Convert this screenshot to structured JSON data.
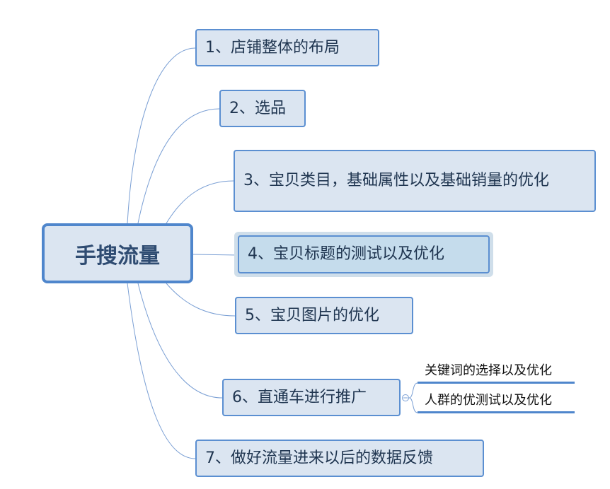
{
  "central": "手搜流量",
  "branches": [
    "1、店铺整体的布局",
    "2、选品",
    "3、宝贝类目，基础属性以及基础销量的优化",
    "4、宝贝标题的测试以及优化",
    "5、宝贝图片的优化",
    "6、直通车进行推广",
    "7、做好流量进来以后的数据反馈"
  ],
  "sub_branches": [
    "关键词的选择以及优化",
    "人群的优测试以及优化"
  ],
  "colors": {
    "fill": "#dbe5f1",
    "border": "#5b8fd1",
    "selected_fill": "#c5dcec",
    "line": "#7a9fd4"
  }
}
